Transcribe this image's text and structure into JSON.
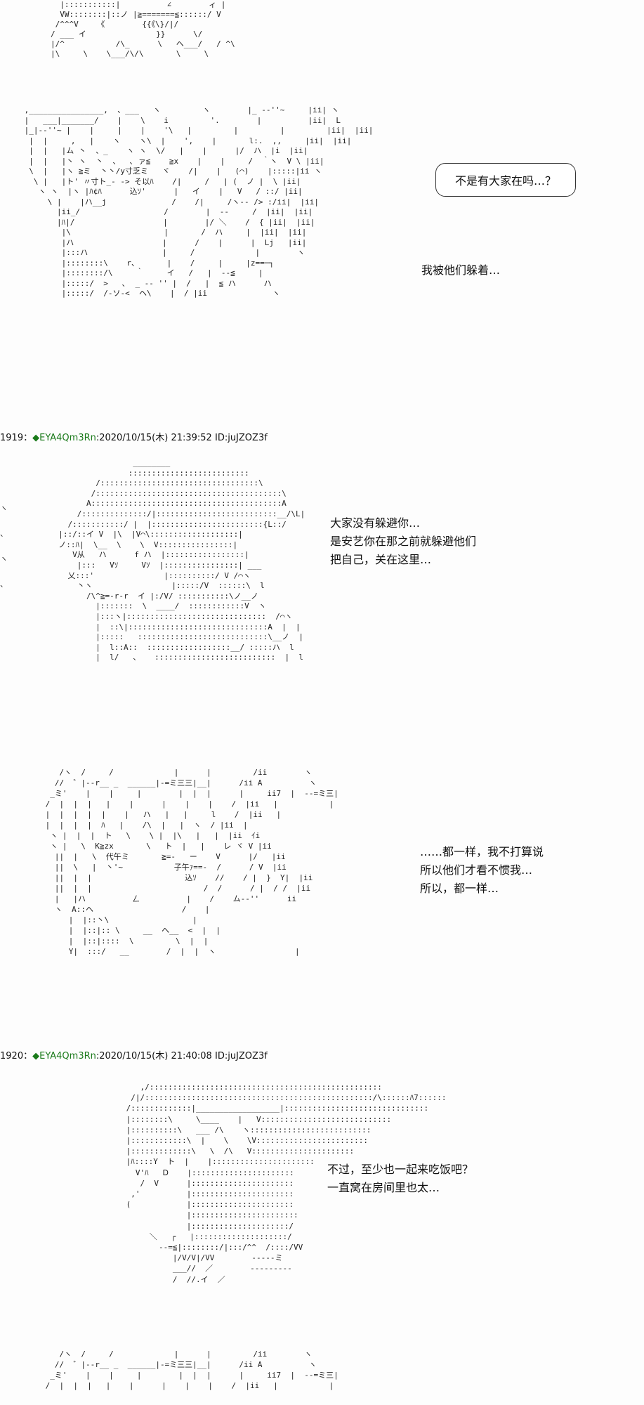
{
  "posts": [
    {
      "number": "1919",
      "separator": "：",
      "trip_mark": "◆",
      "trip": "EYA4Qm3Rn",
      "timestamp": ":2020/10/15(木) 21:39:52",
      "id": "ID:juJZOZ3f"
    },
    {
      "number": "1920",
      "separator": "：",
      "trip_mark": "◆",
      "trip": "EYA4Qm3Rn",
      "timestamp": ":2020/10/15(木) 21:40:08",
      "id": "ID:juJZOZ3f"
    }
  ],
  "panels": {
    "panel0": {
      "art": "  |:::::::::::|          ∠        ィ |\n  VW::::::::|::ノ |≧=======≦::::::/ V\n /^^^V    《        {{《\\}/|/\n/ ___ イ               }}      \\/\n|/^           /\\_      \\   ヘ___/   / ^\\\n|\\     \\    \\___/\\/\\       \\     \\"
    },
    "panel1": {
      "bubble": "不是有大家在吗…？",
      "lines": [
        "我被他们躲着…"
      ],
      "art": " ,________________,  、___   ヽ         ヽ        |_ -‐''~     |ii| ヽ\n |   ___|_______/    |    \\    i         '.        |          |ii|  L\n |_|-‐''~ |    |     |    |    '\\   |         |         |         |ii|  |ii|\n  |  |     ,   |    ヽ    ヽ\\  |    ',    |       l:.  ,,     |ii|  |ii|\n  |  |   |ム 丶  、_    ヽ ヽ  \\/   |    |      |/  ハ  |i  |ii|\n  |  |   |丶 ヽ  丶  、  ､ ァ≦    ≧x    |    |     /  ｀ヽ  V \\ |ii|\n  \\  |   |ヽ ≧ミ  丶丶/y寸乏ミ   ヾ    /|    |   (⌒)    |:::::|ii ヽ\n   \\ |   |ト' 〃寸ト_‐ -> そ以ﾊ    /|     /   | (  ノ |  \\ |ii|\n    ヽ ヽ  |ヽ |ﾊ¢ﾊ      込ｿ'      |   イ    |   V   / ::/ |ii|\n      \\ |    |ハ__j              /    /|     /ヽ-‐ /> :/ii|  |ii|\n        |ii_/                  /        |  -‐     /  |ii|  |ii|\n        |ﾊ|/                   |        |/ ＼    /  { |ii|  |ii|\n         |\\                    |       /  ハ     |  |ii|  |ii|\n         |ハ                   |      /    |      |  Lj   |ii|\n         |:::ハ                |     /             |        ヽ\n         |::::::::\\    r、      |    /     |     |z==─┐\n         |::::::::/\\     ｀     イ   /   |  --≦     |\n         |:::::/  >   ､  _ -‐ '' |  /   |  ≦ ハ      ハ\n         |:::::/  /‐ソ‐<  ヘ\\    |  / |ii              ヽ"
    },
    "panel2": {
      "lines": [
        "大家没有躲避你…",
        "是安艺你在那之前就躲避他们",
        "把自己，关在这里…"
      ],
      "art": "                  ________\n                 ::::::::::::::::::::::::::\n          /::::::::::::::::::::::::::::::::::\\\n         /::::::::::::::::::::::::::::::::::::::::\\\n        A:::::::::::::::::::::::::::::::::::::::::A\n      /::::::::::::::/|::::::::::::::::::::::::::__/\\L|\n    /:::::::::::/ |  |::::::::::::::::::::::::{L::/\n  |::/::イ V  |\\  |V⌒\\:::::::::::::::::::|\n  ノ::ﾊ|  \\__  \\    \\  V::::::::::::::::|\n     V从   ハ      f ハ  |:::::::::::::::::|\n      |:::   Vｿ     Vｿ  |::::::::::::::::| ___\n    乂:::'               |::::::::::/ V /⌒ヽ\n      丶ヽ                 |:::::/V  ::::::\\  l\n        /\\^≧=-r‐r  イ |:/V/ :::::::::::\\ノ__ノ\n          |:::::::  \\  ____/  ::::::::::::V  ヽ\n          |:::ヽ|::::::::::::::::::::::::::::::  /⌒ヽ\n          |  ::\\|::::::::::::::::::::::::::::::A  |  |\n          |:::::   ::::::::::::::::::::::::::::\\__ノ  |\n          |  l::A::  ::::::::::::::::::__/ :::::ハ  l\n          |  l/   、   ::::::::::::::::::::::::::  |  l"
    },
    "panel3": {
      "lines": [
        "……都一样，我不打算说",
        "所以他们才看不惯我…",
        "所以，都一样…"
      ],
      "art": "    /ヽ  /     /             |      |         /ii        ヽ\n   //  ゛|--r__ _  ______|-=ミ三三|__|      /ii A          ヽ\n  _ミ'    |    |     |        |  |  |      |     ii7  |  --=ミ三|\n /  |  |  |   |    |      |    |    |    /  |ii   |           |\n |  |  |  |  |    |   ハ   |   |     l    /  |ii   |\n |  |  |  |  ﾊ   |    /\\  |   |  ヽ  / |ii  |\n  ヽ |  |  |  ト   \\    \\ |  |\\   |   |  |ii  ｲi\n  ヽ |   \\  K≧zx       \\   ト  |   |    レ ヾ V |ii\n   ||  |   \\  代午ミ       ≧=-   ー    V      |/   |ii\n   ||  \\   |  丶'~           子午ｧ==-  /      / V  |ii\n   ||  |  |                    込ｿ    //    / |  }  Y|  |ii\n   ||  |  |                        /  /      / |  / /  |ii\n   |   |ハ          ㄥ          |    /    ム-‐''      ii\n   ヽ  A::ヘ                   /    |\n      |  |::丶\\                  |\n      |  |::|:: \\     __  ヘ__  <  |  |\n      |  |::|::::  \\         \\  |  |\n      Y|  :::/   __        /  |  |  ヽ                 |"
    },
    "panel4": {
      "lines": [
        "不过，至少也一起来吃饭吧？",
        "一直窝在房间里也太…"
      ],
      "art": "            ,/::::::::::::::::::::::::::::::::::::::::::::::::::\n          /|/:::::::::::::::::::::::::::::::::::::::::::::::::/\\::::::ﾊ7::::::\n         /:::::::::::::|__________________|:::::::::::::::::::::::::::::::\n         |::::::::\\     \\____    |   V::::::::::::::::::::::::::::\n         |::::::::::\\   ___ /\\    ヽ::::::::::::::::::::::::::\n         |::::::::::::\\  |    \\    \\V::::::::::::::::::::::::\n         |:::::::::::::\\   \\  /\\   V::::::::::::::::::::::\n         |ﾊ::::Y  ト  |    |::::::::::::::::::::::\n           V'ﾊ   Ⅾ    |::::::::::::::::::::::\n            /  V      |::::::::::::::::::::::\n          ,'          |::::::::::::::::::::::\n         (            |::::::::::::::::::::::\n                      |:::::::::::::::::::::::\n                      |:::::::::::::::::::::/\n              ＼   ┌   |::::::::::::::::::::/\n                --=≦|::::::::/|:::/^^  /::::/VV\n                   |/V/V|/VV        -----ミ\n                   ___//  ／        ---------\n                   /  //.イ  ／"
    },
    "panel5": {
      "art": "    /ヽ  /     /             |      |         /ii        ヽ\n   //  ゛|--r__ _  ______|-=ミ三三|__|      /ii A          ヽ\n  _ミ'    |    |     |        |  |  |      |     ii7  |  --=ミ三|\n /  |  |  |   |    |      |    |    |    /  |ii   |           |"
    }
  },
  "edge_marks": [
    "ヽ",
    "、",
    "ヽ",
    "、"
  ]
}
